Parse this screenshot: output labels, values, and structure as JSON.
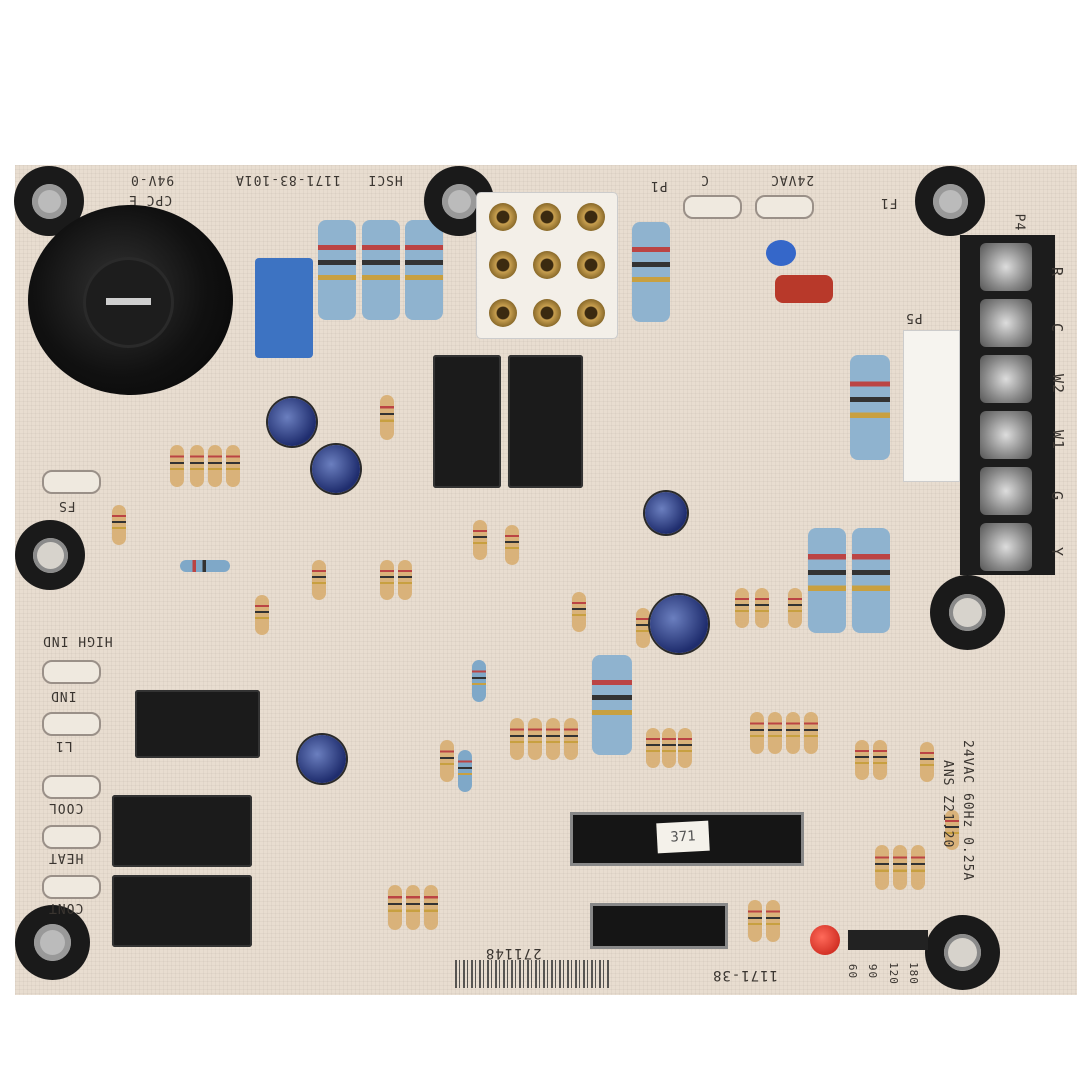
{
  "board": {
    "header_left": "HSCI",
    "part_number": "1171-83-101A",
    "cert_line1": "CPC E",
    "cert_line2": "94V-0",
    "connector_label": "P1",
    "fuse_label_c": "C",
    "fuse_label_24vac": "24VAC",
    "fuse_label_f1": "F1",
    "terminal_block_label": "P4",
    "terminals": [
      "R",
      "C",
      "W2",
      "W1",
      "G",
      "Y"
    ],
    "connector_p5": "P5",
    "left_labels": [
      "FS",
      "HIGH IND",
      "IND",
      "L1",
      "COOL",
      "HEAT",
      "CONT"
    ],
    "rating_line1": "ANS Z21.20",
    "rating_line2": "24VAC 60Hz 0.25A",
    "sticker": "371",
    "serial": "271148",
    "board_code": "1171-38",
    "delay_options": [
      "60",
      "90",
      "120",
      "180"
    ]
  },
  "colors": {
    "board": "#e8ddd0",
    "relay": "#1b1b1b",
    "capacitor": "#2d3f8a",
    "led": "#d4261a"
  }
}
